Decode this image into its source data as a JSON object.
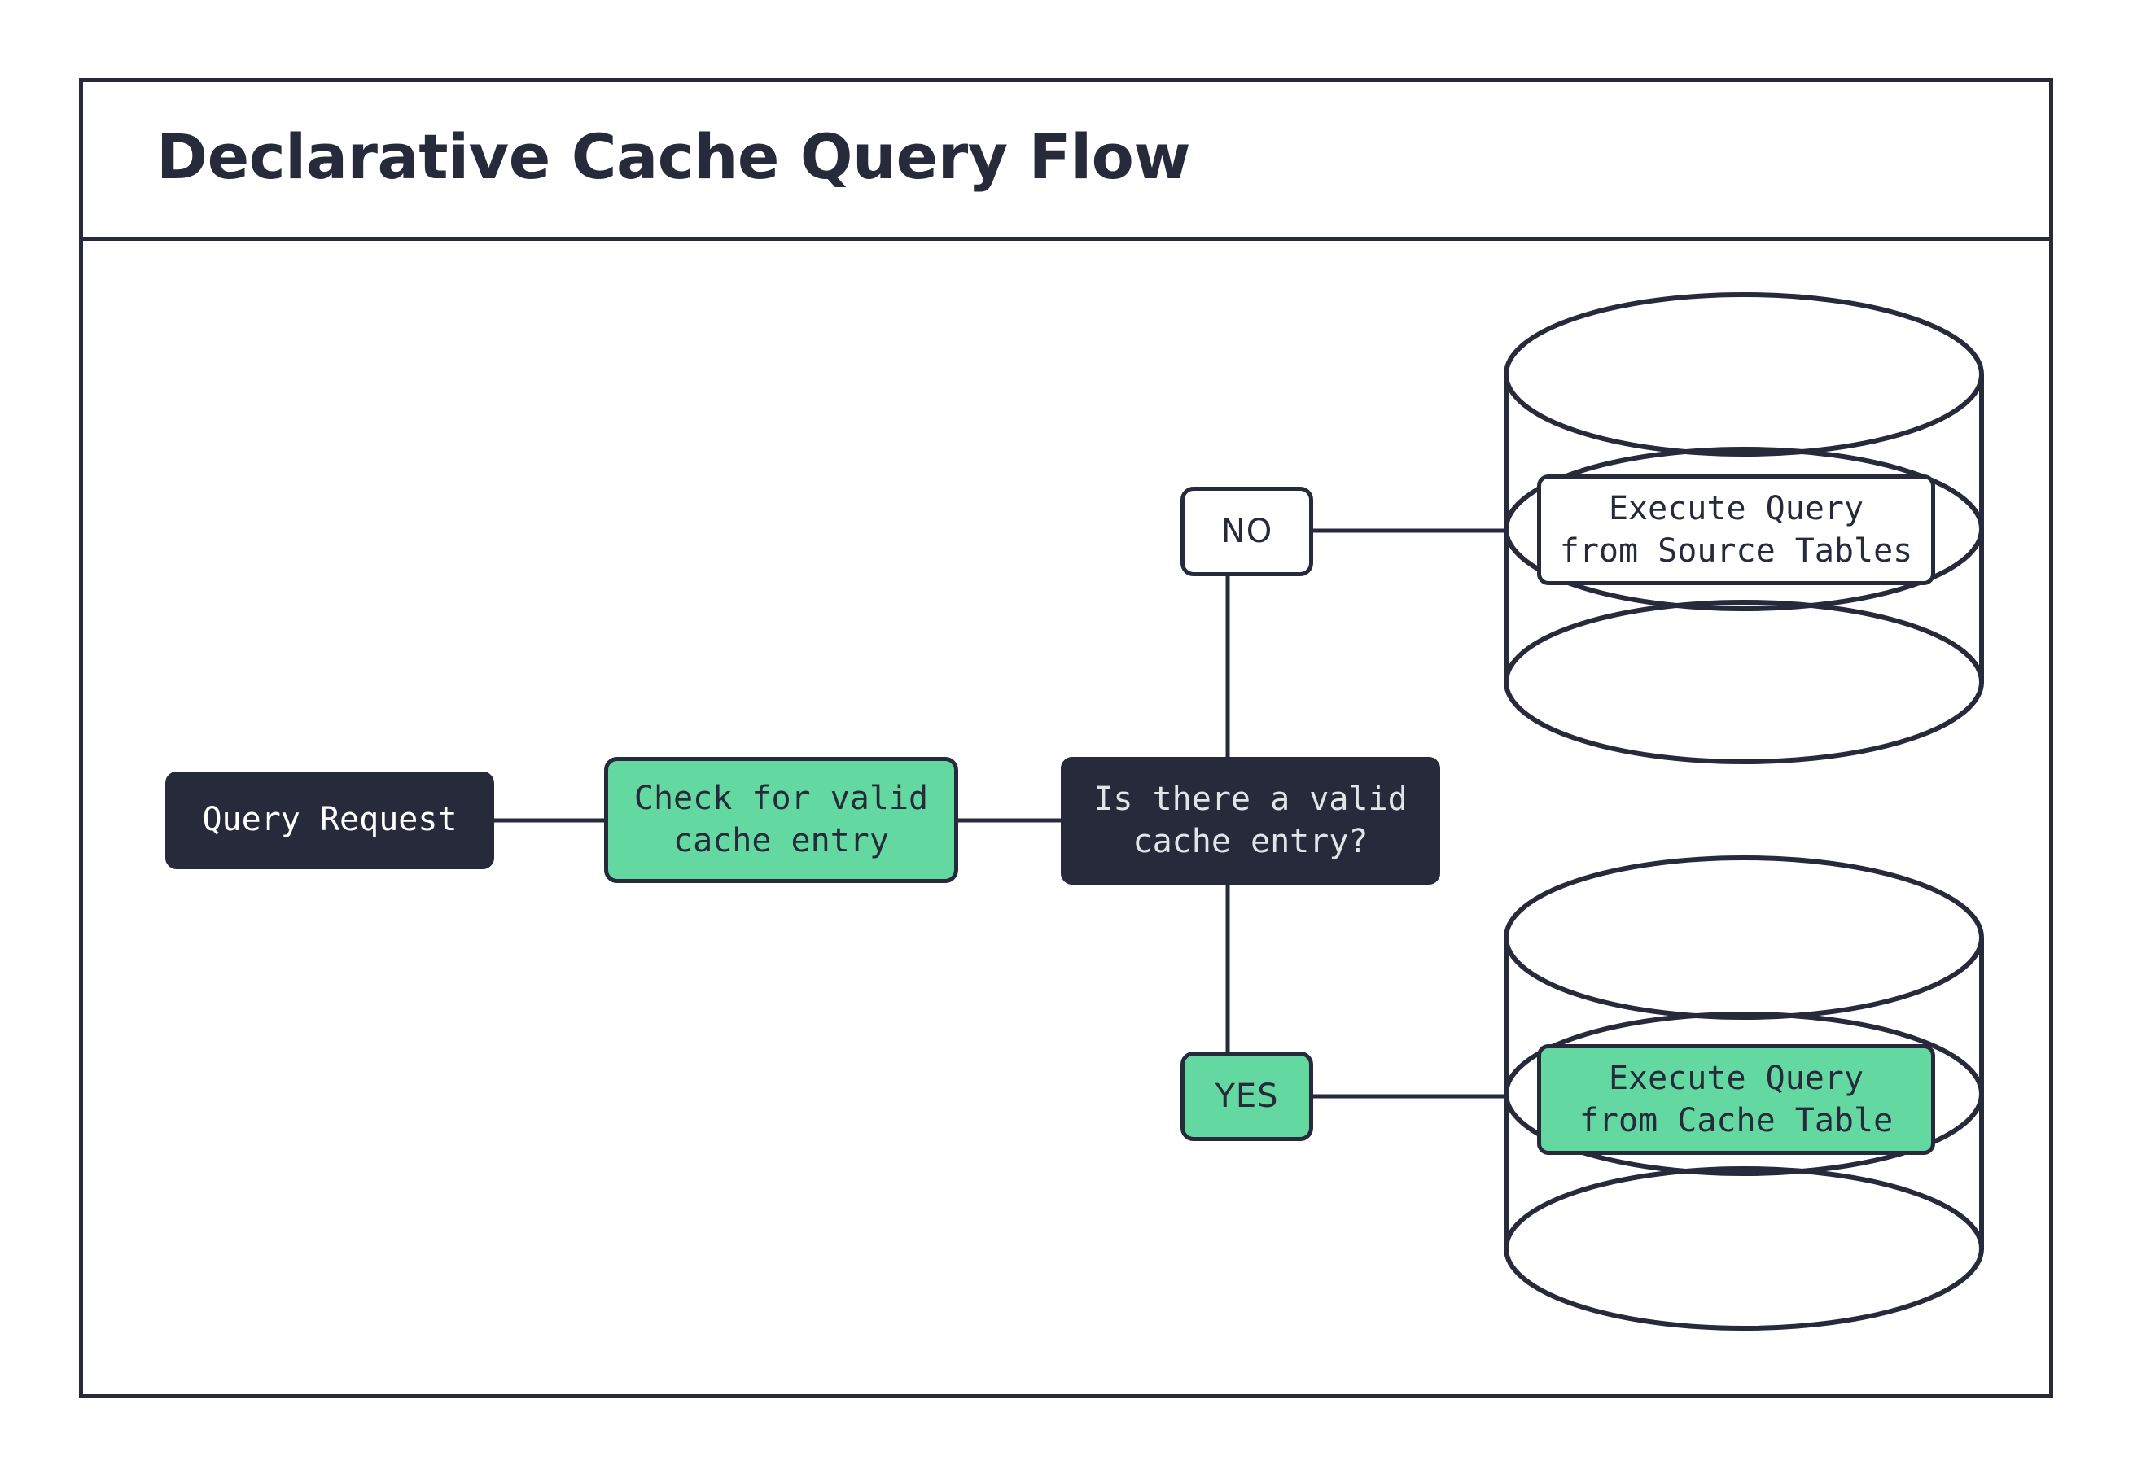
{
  "page": {
    "title": "Declarative Cache Query Flow",
    "background": "#ffffff"
  },
  "colors": {
    "ink": "#262A3A",
    "accent_green": "#63D9A1",
    "panel_white": "#ffffff",
    "decision_text": "#E2E4EA"
  },
  "diagram": {
    "type": "flowchart",
    "nodes": [
      {
        "id": "query-request",
        "label": "Query Request",
        "style": "dark"
      },
      {
        "id": "check-cache",
        "label": "Check for valid\ncache entry",
        "style": "green"
      },
      {
        "id": "decision",
        "label": "Is there a valid\ncache entry?",
        "style": "dark"
      },
      {
        "id": "branch-no",
        "label": "NO",
        "style": "white"
      },
      {
        "id": "branch-yes",
        "label": "YES",
        "style": "green"
      },
      {
        "id": "db-source",
        "label": "Execute Query\nfrom Source Tables",
        "style": "white-on-cylinder"
      },
      {
        "id": "db-cache",
        "label": "Execute Query\nfrom Cache Table",
        "style": "green-on-cylinder"
      }
    ],
    "edges": [
      {
        "from": "query-request",
        "to": "check-cache",
        "label": ""
      },
      {
        "from": "check-cache",
        "to": "decision",
        "label": ""
      },
      {
        "from": "decision",
        "to": "branch-no",
        "label": "NO"
      },
      {
        "from": "branch-no",
        "to": "db-source",
        "label": ""
      },
      {
        "from": "decision",
        "to": "branch-yes",
        "label": "YES"
      },
      {
        "from": "branch-yes",
        "to": "db-cache",
        "label": ""
      }
    ],
    "cylinders": [
      {
        "id": "cylinder-source",
        "name": "source-tables-database"
      },
      {
        "id": "cylinder-cache",
        "name": "cache-table-database"
      }
    ]
  }
}
